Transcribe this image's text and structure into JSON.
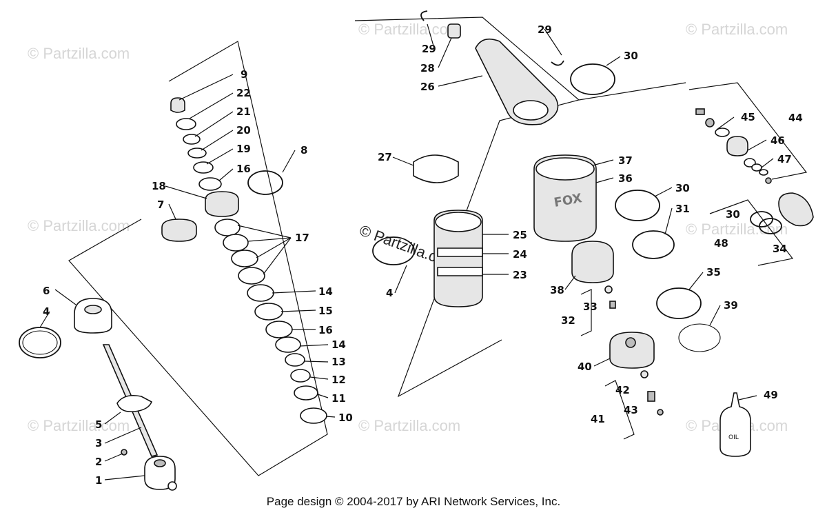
{
  "watermark": "© Partzilla.com",
  "footer": "Page design © 2004-2017 by ARI Network Services, Inc.",
  "callouts": {
    "c1": "1",
    "c2": "2",
    "c3": "3",
    "c4a": "4",
    "c4b": "4",
    "c5": "5",
    "c6": "6",
    "c7": "7",
    "c8": "8",
    "c9": "9",
    "c10": "10",
    "c11": "11",
    "c12": "12",
    "c13": "13",
    "c14a": "14",
    "c14b": "14",
    "c15": "15",
    "c16a": "16",
    "c16b": "16",
    "c17": "17",
    "c18": "18",
    "c19": "19",
    "c20": "20",
    "c21": "21",
    "c22": "22",
    "c23": "23",
    "c24": "24",
    "c25": "25",
    "c26": "26",
    "c27": "27",
    "c28": "28",
    "c29a": "29",
    "c29b": "29",
    "c30a": "30",
    "c30b": "30",
    "c30c": "30",
    "c31": "31",
    "c32": "32",
    "c33": "33",
    "c34": "34",
    "c35": "35",
    "c36": "36",
    "c37": "37",
    "c38": "38",
    "c39": "39",
    "c40": "40",
    "c41": "41",
    "c42": "42",
    "c43": "43",
    "c44": "44",
    "c45": "45",
    "c46": "46",
    "c47": "47",
    "c48": "48",
    "c49": "49"
  },
  "labels": {
    "oil": "OIL",
    "reservoir_logo": "FOX"
  }
}
